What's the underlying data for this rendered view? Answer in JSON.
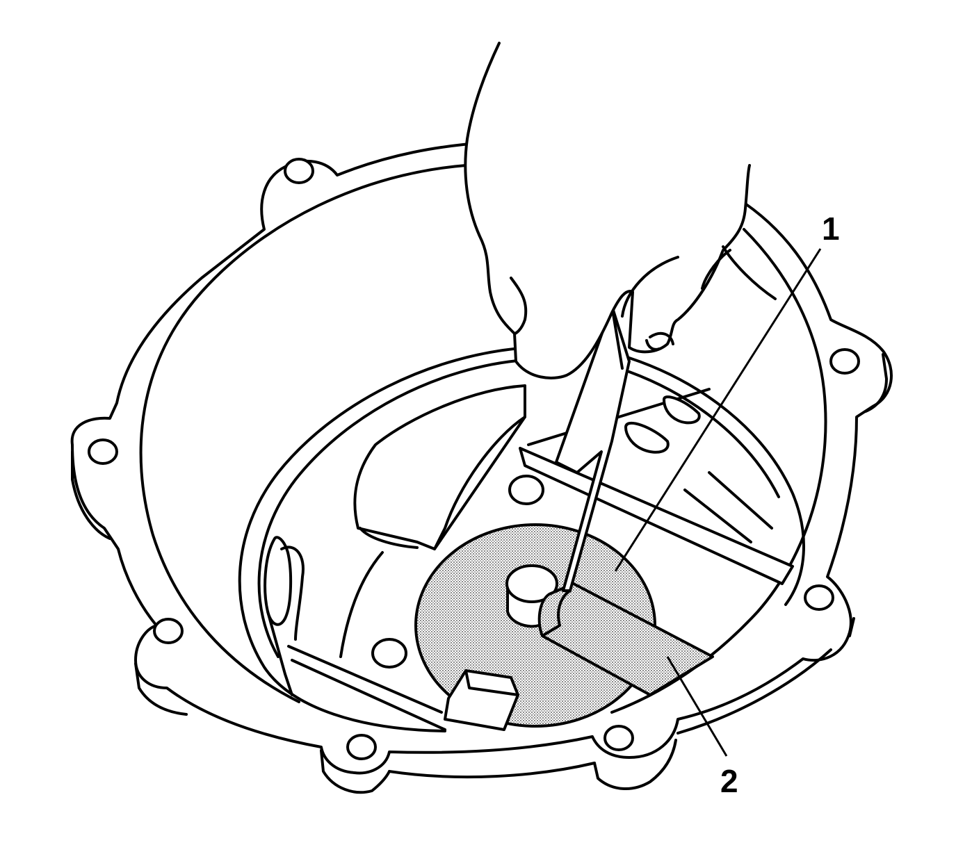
{
  "figure": {
    "callouts": [
      {
        "id": "1",
        "label": "1"
      },
      {
        "id": "2",
        "label": "2"
      }
    ],
    "colors": {
      "line": "#000000",
      "background": "#ffffff",
      "shading": "#9a9a9a"
    }
  }
}
